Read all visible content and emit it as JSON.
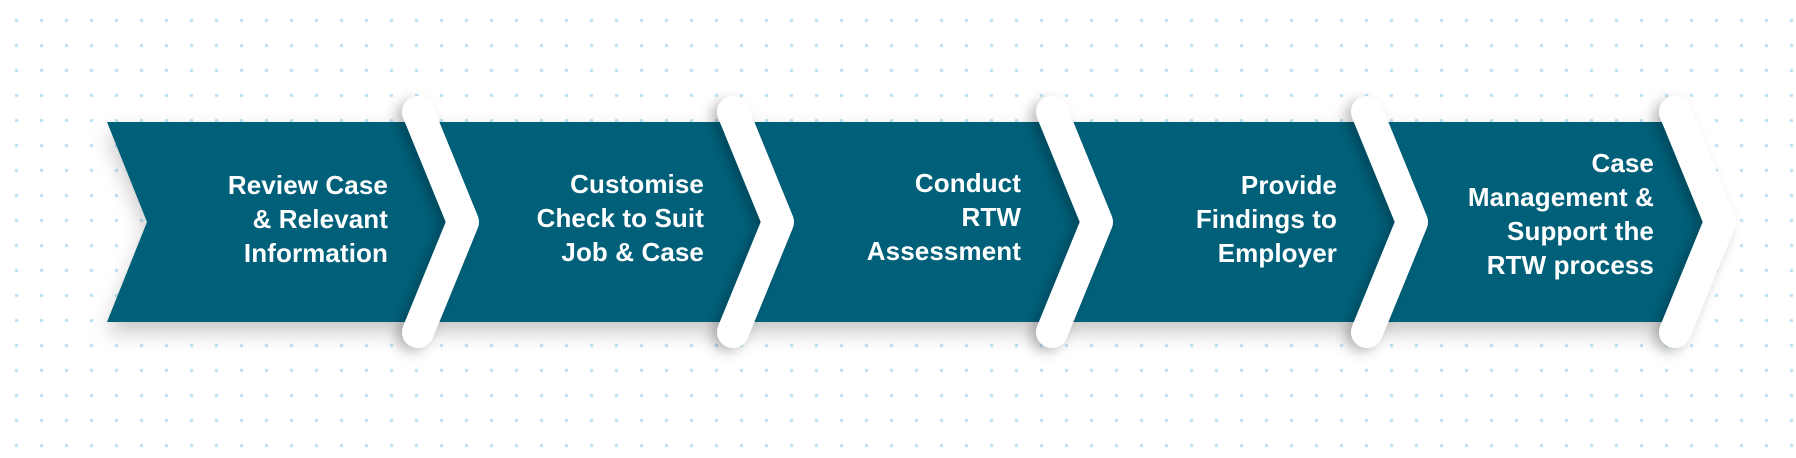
{
  "colors": {
    "chevron_fill": "#03607a",
    "separator": "#ffffff",
    "text": "#ffffff",
    "dots": "#bfe3f4"
  },
  "steps": [
    {
      "label": "Review Case\n& Relevant\nInformation"
    },
    {
      "label": "Customise\nCheck to Suit\nJob & Case"
    },
    {
      "label": "Conduct\nRTW\nAssessment"
    },
    {
      "label": "Provide\nFindings to\nEmployer"
    },
    {
      "label": "Case\nManagement &\nSupport the\nRTW process"
    }
  ]
}
